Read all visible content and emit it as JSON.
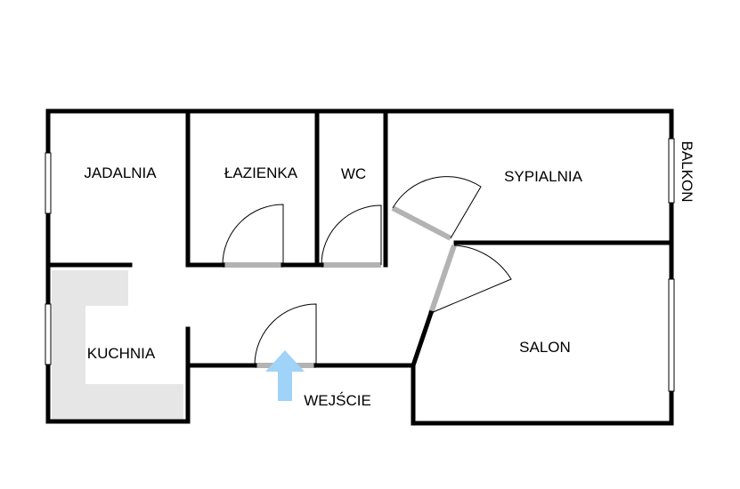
{
  "rooms": {
    "jadalnia": "JADALNIA",
    "lazienka": "ŁAZIENKA",
    "wc": "WC",
    "sypialnia": "SYPIALNIA",
    "kuchnia": "KUCHNIA",
    "salon": "SALON"
  },
  "labels": {
    "entrance": "WEJŚCIE",
    "balcony": "BALKON"
  },
  "icons": {
    "entrance_arrow": "arrow-up-icon"
  },
  "colors": {
    "wall": "#000000",
    "door_threshold": "#b3b3b3",
    "counter": "#e6e6e6",
    "arrow": "#9fd3f7",
    "window": "#000000"
  }
}
